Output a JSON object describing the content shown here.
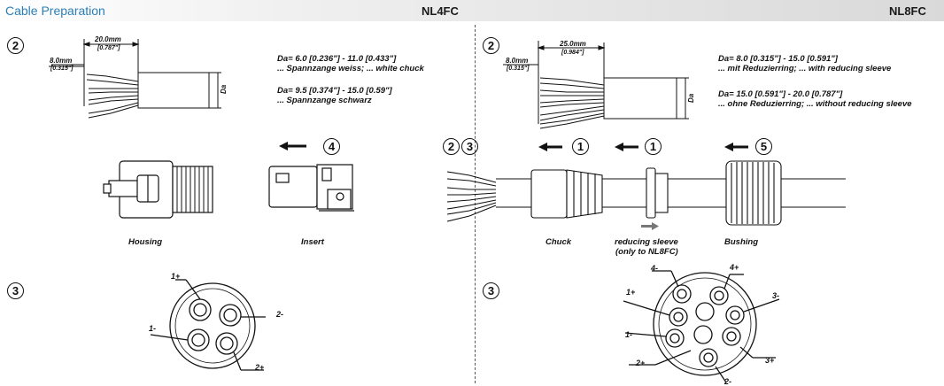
{
  "header": {
    "title": "Cable Preparation",
    "left_model": "NL4FC",
    "right_model": "NL8FC"
  },
  "nl4fc": {
    "step_strip": "2",
    "dim_total": "20.0mm",
    "dim_total_in": "[0.787\"]",
    "dim_strip": "8.0mm",
    "dim_strip_in": "[0.315\"]",
    "da_label": "Da",
    "spec1_line1": "Da= 6.0 [0.236\"] - 11.0 [0.433\"]",
    "spec1_line2": "... Spannzange weiss; ... white chuck",
    "spec2_line1": "Da= 9.5 [0.374\"] - 15.0 [0.59\"]",
    "spec2_line2": "... Spannzange schwarz",
    "step_insert": "4",
    "housing_label": "Housing",
    "insert_label": "Insert",
    "step_wiring": "3",
    "pins": [
      "1+",
      "1-",
      "2-",
      "2+"
    ]
  },
  "nl8fc": {
    "step_strip": "2",
    "dim_total": "25.0mm",
    "dim_total_in": "[0.984\"]",
    "dim_strip": "8.0mm",
    "dim_strip_in": "[0.315\"]",
    "da_label": "Da",
    "spec1_line1": "Da= 8.0 [0.315\"] - 15.0 [0.591\"]",
    "spec1_line2": "... mit Reduzierring; ... with reducing sleeve",
    "spec2_line1": "Da= 15.0 [0.591\"] - 20.0 [0.787\"]",
    "spec2_line2": "... ohne Reduzierring; ... without reducing sleeve",
    "step_a": "2",
    "step_b": "3",
    "step_chuck": "1",
    "step_sleeve": "1",
    "step_bushing": "5",
    "chuck_label": "Chuck",
    "sleeve_label_1": "reducing sleeve",
    "sleeve_label_2": "(only to NL8FC)",
    "bushing_label": "Bushing",
    "step_wiring": "3",
    "pins": [
      "4-",
      "4+",
      "1+",
      "3-",
      "1-",
      "3+",
      "2+",
      "2-"
    ]
  }
}
